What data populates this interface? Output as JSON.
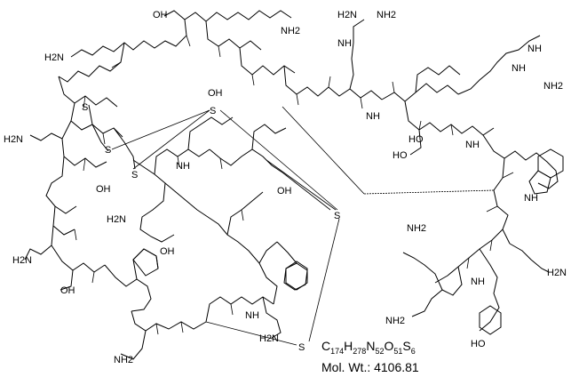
{
  "formula": {
    "C": "C",
    "C_n": "174",
    "H": "H",
    "H_n": "278",
    "N": "N",
    "N_n": "52",
    "O": "O",
    "O_n": "51",
    "S": "S",
    "S_n": "6"
  },
  "mol_wt_label": "Mol. Wt.: 4106.81",
  "atom_labels": [
    {
      "t": "NH2"
    },
    {
      "t": "OH"
    },
    {
      "t": "H2N"
    },
    {
      "t": "OH"
    },
    {
      "t": "NH2"
    },
    {
      "t": "NH"
    },
    {
      "t": "NH"
    },
    {
      "t": "H2N"
    },
    {
      "t": "NH"
    },
    {
      "t": "NH2"
    },
    {
      "t": "S"
    },
    {
      "t": "S"
    },
    {
      "t": "S"
    },
    {
      "t": "S"
    },
    {
      "t": "S"
    },
    {
      "t": "S"
    },
    {
      "t": "H2N"
    },
    {
      "t": "OH"
    },
    {
      "t": "OH"
    },
    {
      "t": "H2N"
    },
    {
      "t": "OH"
    },
    {
      "t": "NH"
    },
    {
      "t": "NH"
    },
    {
      "t": "HO"
    },
    {
      "t": "NH"
    },
    {
      "t": "NH2"
    },
    {
      "t": "H2N"
    },
    {
      "t": "NH2"
    },
    {
      "t": "HO"
    },
    {
      "t": "NH"
    },
    {
      "t": "OH"
    },
    {
      "t": "H2N"
    },
    {
      "t": "NH2"
    },
    {
      "t": "NH"
    },
    {
      "t": "H2N"
    },
    {
      "t": "NH"
    },
    {
      "t": "HO"
    }
  ]
}
